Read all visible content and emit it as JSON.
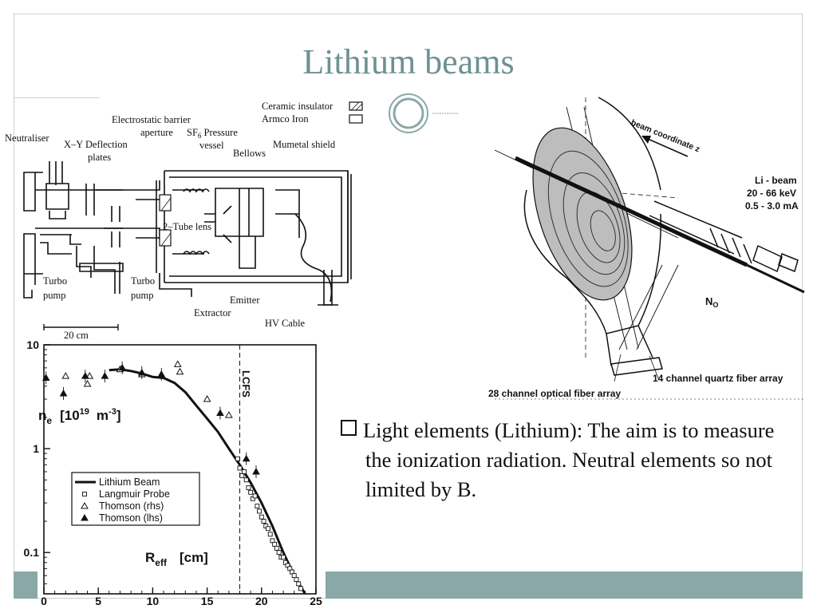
{
  "slide": {
    "title": "Lithium beams",
    "bullet": "Light elements (Lithium): The aim is to measure the ionization radiation. Neutral elements so not limited by B."
  },
  "schematic": {
    "labels": {
      "neutraliser": "Neutraliser",
      "xy_deflection_1": "X–Y Deflection",
      "xy_deflection_2": "plates",
      "electrostatic_1": "Electrostatic barrier",
      "electrostatic_2": "aperture",
      "sf6_1": "SF",
      "sf6_sub": "6",
      "sf6_2": " Pressure",
      "sf6_3": "vessel",
      "bellows": "Bellows",
      "mumetal": "Mumetal shield",
      "ceramic": "Ceramic insulator",
      "armco": "Armco Iron",
      "tube_lens": "2–Tube lens",
      "turbo_pump_1a": "Turbo",
      "turbo_pump_1b": "pump",
      "turbo_pump_2a": "Turbo",
      "turbo_pump_2b": "pump",
      "emitter": "Emitter",
      "extractor": "Extractor",
      "hv_cable": "HV Cable",
      "scale": "20 cm"
    }
  },
  "geometry_figure": {
    "labels": {
      "beam_coordinate": "beam coordinate z",
      "li_beam": "Li - beam",
      "energy": "20 - 66 keV",
      "current": "0.5 - 3.0 mA",
      "n0": "N",
      "n0_sub": "O",
      "quartz": "14 channel quartz fiber array",
      "optical": "28 channel optical fiber array"
    }
  },
  "chart_data": {
    "type": "scatter",
    "title": "",
    "xlabel": "R",
    "xlabel_sub": "eff",
    "xlabel_unit": "[cm]",
    "ylabel": "n",
    "ylabel_sub": "e",
    "ylabel_unit_prefix": "[10",
    "ylabel_unit_exp": "19",
    "ylabel_unit_mid": "m",
    "ylabel_unit_exp2": "-3",
    "ylabel_unit_end": "]",
    "y_scale": "log",
    "xlim": [
      0,
      25
    ],
    "ylim": [
      0.04,
      10
    ],
    "x_ticks": [
      "0",
      "5",
      "10",
      "15",
      "20",
      "25"
    ],
    "y_ticks": [
      "10",
      "1",
      "0.1"
    ],
    "annotation": "LCFS",
    "lcfs_x": 18,
    "legend_placement": "lower-left",
    "series": [
      {
        "name": "Lithium Beam",
        "style": "line",
        "x": [
          6,
          7,
          8,
          9,
          10,
          11,
          12,
          13,
          14,
          15,
          16,
          17,
          18,
          19,
          20,
          21,
          22,
          23,
          24
        ],
        "y": [
          5.7,
          5.8,
          5.6,
          5.3,
          4.9,
          4.8,
          4.3,
          3.5,
          2.6,
          1.95,
          1.45,
          1.0,
          0.7,
          0.47,
          0.3,
          0.18,
          0.1,
          0.06,
          0.04
        ]
      },
      {
        "name": "Langmuir Probe",
        "style": "square",
        "x": [
          17.8,
          18.0,
          18.2,
          18.4,
          18.6,
          18.8,
          19.0,
          19.2,
          19.4,
          19.6,
          19.8,
          20.0,
          20.2,
          20.4,
          20.6,
          20.8,
          21.0,
          21.2,
          21.4,
          21.6,
          21.8,
          22.0,
          22.2,
          22.4,
          22.6,
          22.8,
          23.0,
          23.2,
          23.4,
          23.6
        ],
        "y": [
          0.8,
          0.65,
          0.55,
          0.6,
          0.5,
          0.42,
          0.38,
          0.33,
          0.35,
          0.28,
          0.25,
          0.22,
          0.2,
          0.18,
          0.17,
          0.15,
          0.13,
          0.12,
          0.11,
          0.1,
          0.09,
          0.09,
          0.08,
          0.075,
          0.07,
          0.065,
          0.06,
          0.055,
          0.05,
          0.045
        ]
      },
      {
        "name": "Thomson (rhs)",
        "style": "open-triangle",
        "x": [
          2,
          4,
          4.2,
          7,
          9,
          12.3,
          12.5,
          15,
          17
        ],
        "y": [
          5.0,
          4.2,
          5.0,
          5.8,
          5.2,
          6.5,
          5.5,
          3.0,
          2.1
        ]
      },
      {
        "name": "Thomson (lhs)",
        "style": "filled-triangle",
        "x": [
          0.2,
          1.8,
          3.8,
          5.6,
          7.2,
          9.0,
          10.8,
          16.2,
          18.6,
          19.5
        ],
        "y": [
          4.8,
          3.4,
          5.0,
          5.0,
          6.0,
          5.4,
          5.2,
          2.2,
          0.8,
          0.6
        ]
      }
    ]
  }
}
